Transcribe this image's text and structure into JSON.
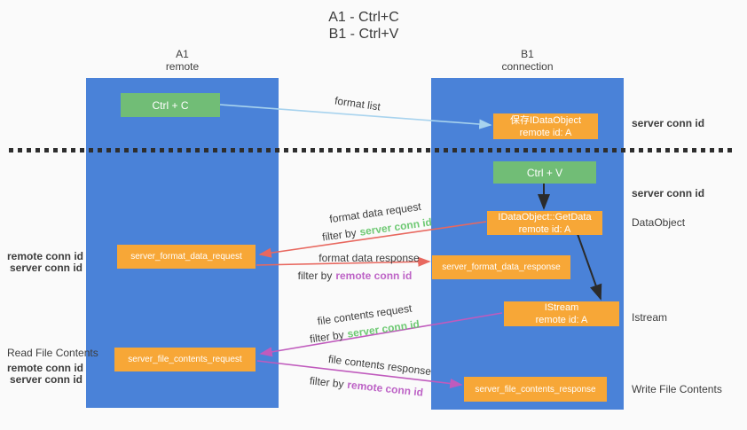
{
  "title": {
    "line1": "A1 - Ctrl+C",
    "line2": "B1 - Ctrl+V"
  },
  "lanes": {
    "a1": {
      "name": "A1",
      "subtitle": "remote"
    },
    "b1": {
      "name": "B1",
      "subtitle": "connection"
    }
  },
  "nodes": {
    "ctrl_c": {
      "label": "Ctrl + C"
    },
    "save_idataobject": {
      "line1": "保存IDataObject",
      "line2": "remote id: A"
    },
    "ctrl_v": {
      "label": "Ctrl + V"
    },
    "idataobject_getdata": {
      "line1": "IDataObject::GetData",
      "line2": "remote id: A"
    },
    "server_format_data_request": {
      "label": "server_format_data_request"
    },
    "server_format_data_response": {
      "label": "server_format_data_response"
    },
    "istream": {
      "line1": "IStream",
      "line2": "remote id: A"
    },
    "server_file_contents_request": {
      "label": "server_file_contents_request"
    },
    "server_file_contents_response": {
      "label": "server_file_contents_response"
    }
  },
  "flow_labels": {
    "format_list": "format list",
    "format_data_request": "format data request",
    "format_data_response": "format data response",
    "file_contents_request": "file contents request",
    "file_contents_response": "file contents response",
    "filter_by": "filter by",
    "server_conn_id": "server conn id",
    "remote_conn_id": "remote conn id"
  },
  "side_labels": {
    "server_conn_id_top": "server conn id",
    "server_conn_id_mid": "server conn id",
    "dataobject": "DataObject",
    "istream": "Istream",
    "write_file_contents": "Write File Contents",
    "remote_conn_id_left_top": "remote conn id",
    "server_conn_id_left_top": "server conn id",
    "read_file_contents": "Read File Contents",
    "remote_conn_id_left_bottom": "remote conn id",
    "server_conn_id_left_bottom": "server conn id"
  },
  "colors": {
    "lane_blue": "#4a82d8",
    "node_green": "#71bd76",
    "node_orange": "#f7a737",
    "arrow_light_blue": "#a8d3ee",
    "arrow_red": "#e8685f",
    "arrow_magenta": "#c05bbd",
    "arrow_black": "#2b2b2b",
    "conn_id_green": "#6ec973",
    "conn_id_purple": "#bd63c6",
    "text_dark": "#3d3d3d",
    "background": "#fafafa"
  }
}
